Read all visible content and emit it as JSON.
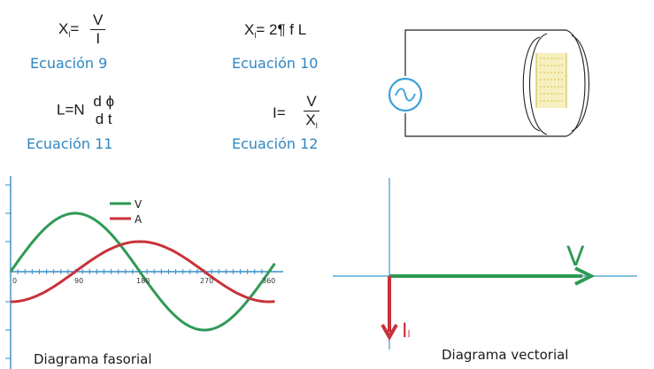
{
  "equations": [
    {
      "lhs": "X",
      "sub": "l",
      "op": "=",
      "num": "V",
      "den": "I",
      "label": "Ecuación 9"
    },
    {
      "text": "X",
      "sub": "l",
      "rhs": "= 2¶ f L",
      "label": "Ecuación 10"
    },
    {
      "lhs": "L=N",
      "num": "d ɸ",
      "den": "d t",
      "label": "Ecuación 11"
    },
    {
      "lhs": "I=",
      "num": "V",
      "den": "X",
      "den_sub": "l",
      "label": "Ecuación 12"
    }
  ],
  "phasor_diagram": {
    "caption": "Diagrama fasorial",
    "legend": [
      {
        "name": "V",
        "color": "#2e9a55"
      },
      {
        "name": "A",
        "color": "#c8323a"
      }
    ],
    "x_ticks": [
      "0",
      "90",
      "180",
      "270",
      "360"
    ]
  },
  "vector_diagram": {
    "caption": "Diagrama vectorial",
    "voltage_label": "V",
    "current_label": "I",
    "current_sub": "l",
    "voltage_color": "#2e9a55",
    "current_color": "#c8323a"
  },
  "circuit": {
    "source_icon": "ac-source-icon",
    "inductor_icon": "coil-inductor-icon"
  },
  "colors": {
    "axis": "#5aa8d4",
    "label_blue": "#2f86c2"
  }
}
